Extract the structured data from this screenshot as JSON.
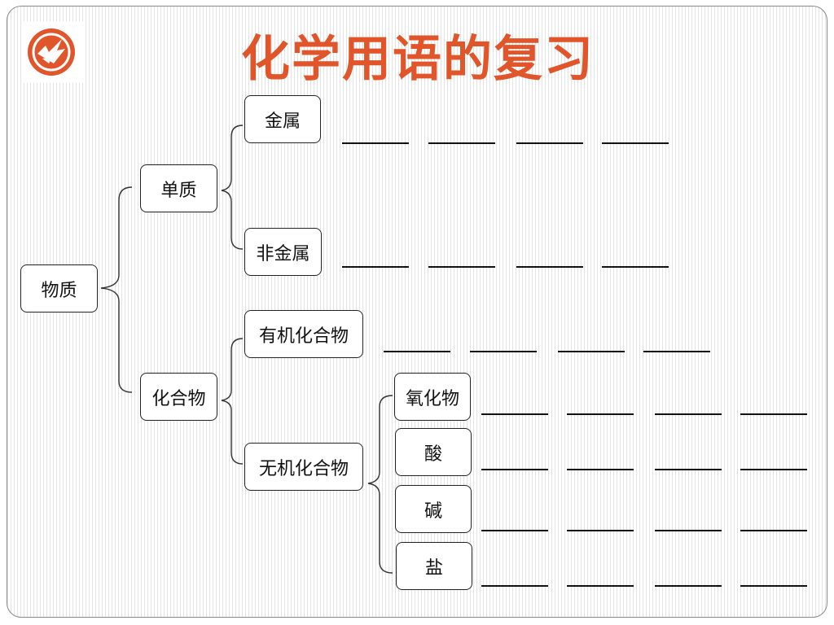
{
  "title": "化学用语的复习",
  "logo": {
    "icon": "eagle-logo-icon",
    "color": "#e0552a"
  },
  "accent_color": "#e0552a",
  "tree": {
    "root": "物质",
    "simple_substance": "单质",
    "metal": "金属",
    "nonmetal": "非金属",
    "compound": "化合物",
    "organic": "有机化合物",
    "inorganic": "无机化合物",
    "oxide": "氧化物",
    "acid": "酸",
    "base": "碱",
    "salt": "盐"
  },
  "blank_rows": [
    {
      "node": "金属",
      "blanks": 4
    },
    {
      "node": "非金属",
      "blanks": 4
    },
    {
      "node": "有机化合物",
      "blanks": 4
    },
    {
      "node": "氧化物",
      "blanks": 4
    },
    {
      "node": "酸",
      "blanks": 4
    },
    {
      "node": "碱",
      "blanks": 4
    },
    {
      "node": "盐",
      "blanks": 4
    }
  ]
}
